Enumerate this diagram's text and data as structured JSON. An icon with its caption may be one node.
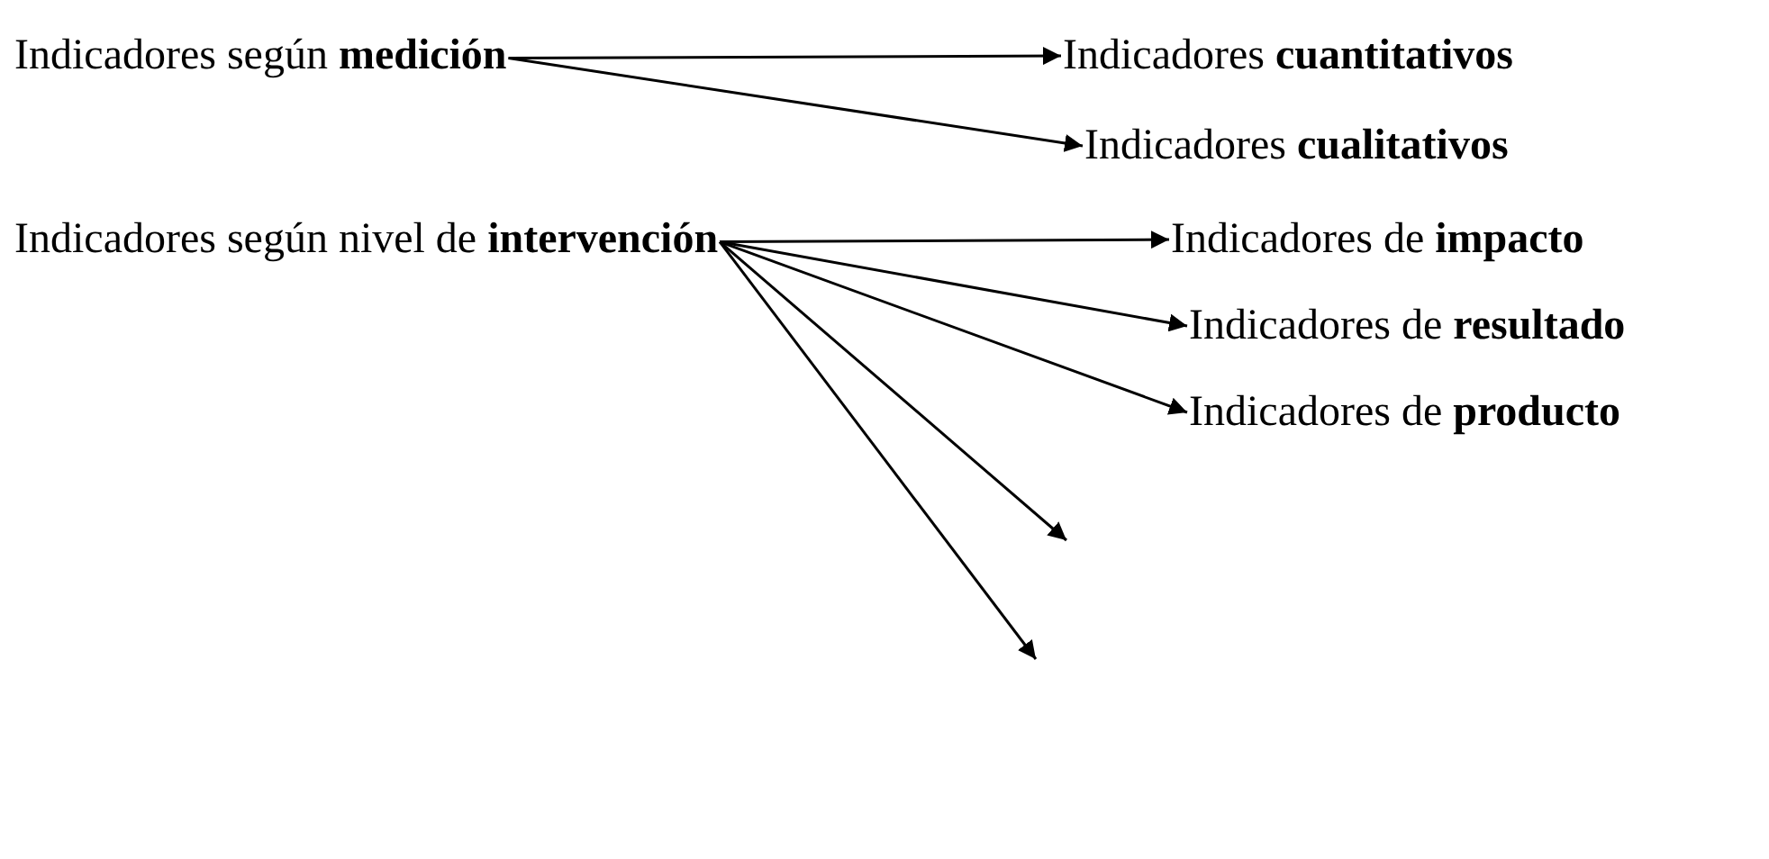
{
  "diagram": {
    "nodes": [
      {
        "text": [
          "Indicadores según **medición**"
        ]
      },
      {
        "text": [
          "Indicadores **cuantitativos**"
        ]
      },
      {
        "text": [
          "Indicadores **cualitativos**"
        ]
      },
      {
        "text": [
          "Indicadores según nivel de **intervención**"
        ]
      },
      {
        "text": [
          "Indicadores de **impacto**"
        ]
      },
      {
        "text": [
          "Indicadores de **resultado**"
        ]
      },
      {
        "text": [
          "Indicadores de **producto**"
        ]
      }
    ],
    "edges": [
      {
        "from": 0,
        "to": 1,
        "arrow": "to"
      },
      {
        "from": 0,
        "to": 2,
        "arrow": "to"
      },
      {
        "from": 3,
        "to": 4,
        "arrow": "to"
      },
      {
        "from": 3,
        "to": 5,
        "arrow": "to"
      },
      {
        "from": 3,
        "to": 6,
        "arrow": "to"
      },
      {
        "from": 3,
        "to": null,
        "arrow": "to"
      },
      {
        "from": 3,
        "to": null,
        "arrow": "to"
      }
    ]
  }
}
